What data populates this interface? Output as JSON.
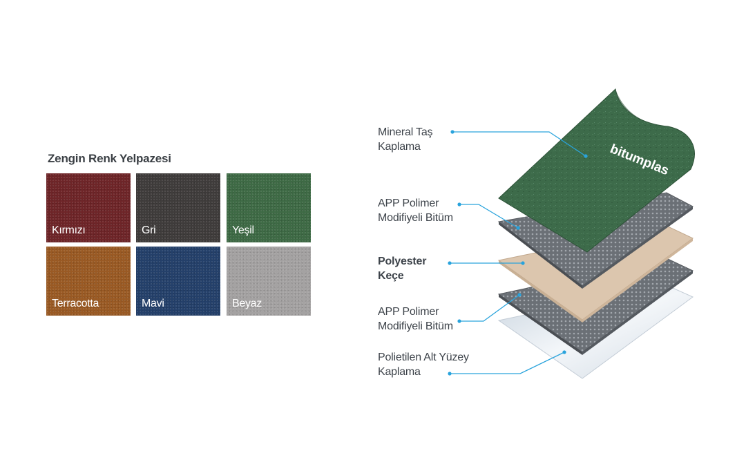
{
  "palette": {
    "title": "Zengin Renk Yelpazesi",
    "swatches": [
      {
        "label": "Kırmızı",
        "color": "#6e2528"
      },
      {
        "label": "Gri",
        "color": "#3f3c3b"
      },
      {
        "label": "Yeşil",
        "color": "#3e6a45"
      },
      {
        "label": "Terracotta",
        "color": "#9a5a24"
      },
      {
        "label": "Mavi",
        "color": "#24406a"
      },
      {
        "label": "Beyaz",
        "color": "#a4a2a2"
      }
    ]
  },
  "layers": {
    "brand": "bitumplas",
    "callouts": [
      {
        "line1": "Mineral Taş",
        "line2": "Kaplama"
      },
      {
        "line1": "APP Polimer",
        "line2": "Modifiyeli Bitüm"
      },
      {
        "line1": "Polyester",
        "line2": "Keçe"
      },
      {
        "line1": "APP Polimer",
        "line2": "Modifiyeli Bitüm"
      },
      {
        "line1": "Polietilen Alt Yüzey",
        "line2": "Kaplama"
      }
    ],
    "colors": {
      "mineral": "#3d6b4a",
      "bitumen": "#6b7076",
      "polyester": "#dcc6ae",
      "polyethylene": "#dfe6ee",
      "leader": "#29a3dc"
    }
  }
}
